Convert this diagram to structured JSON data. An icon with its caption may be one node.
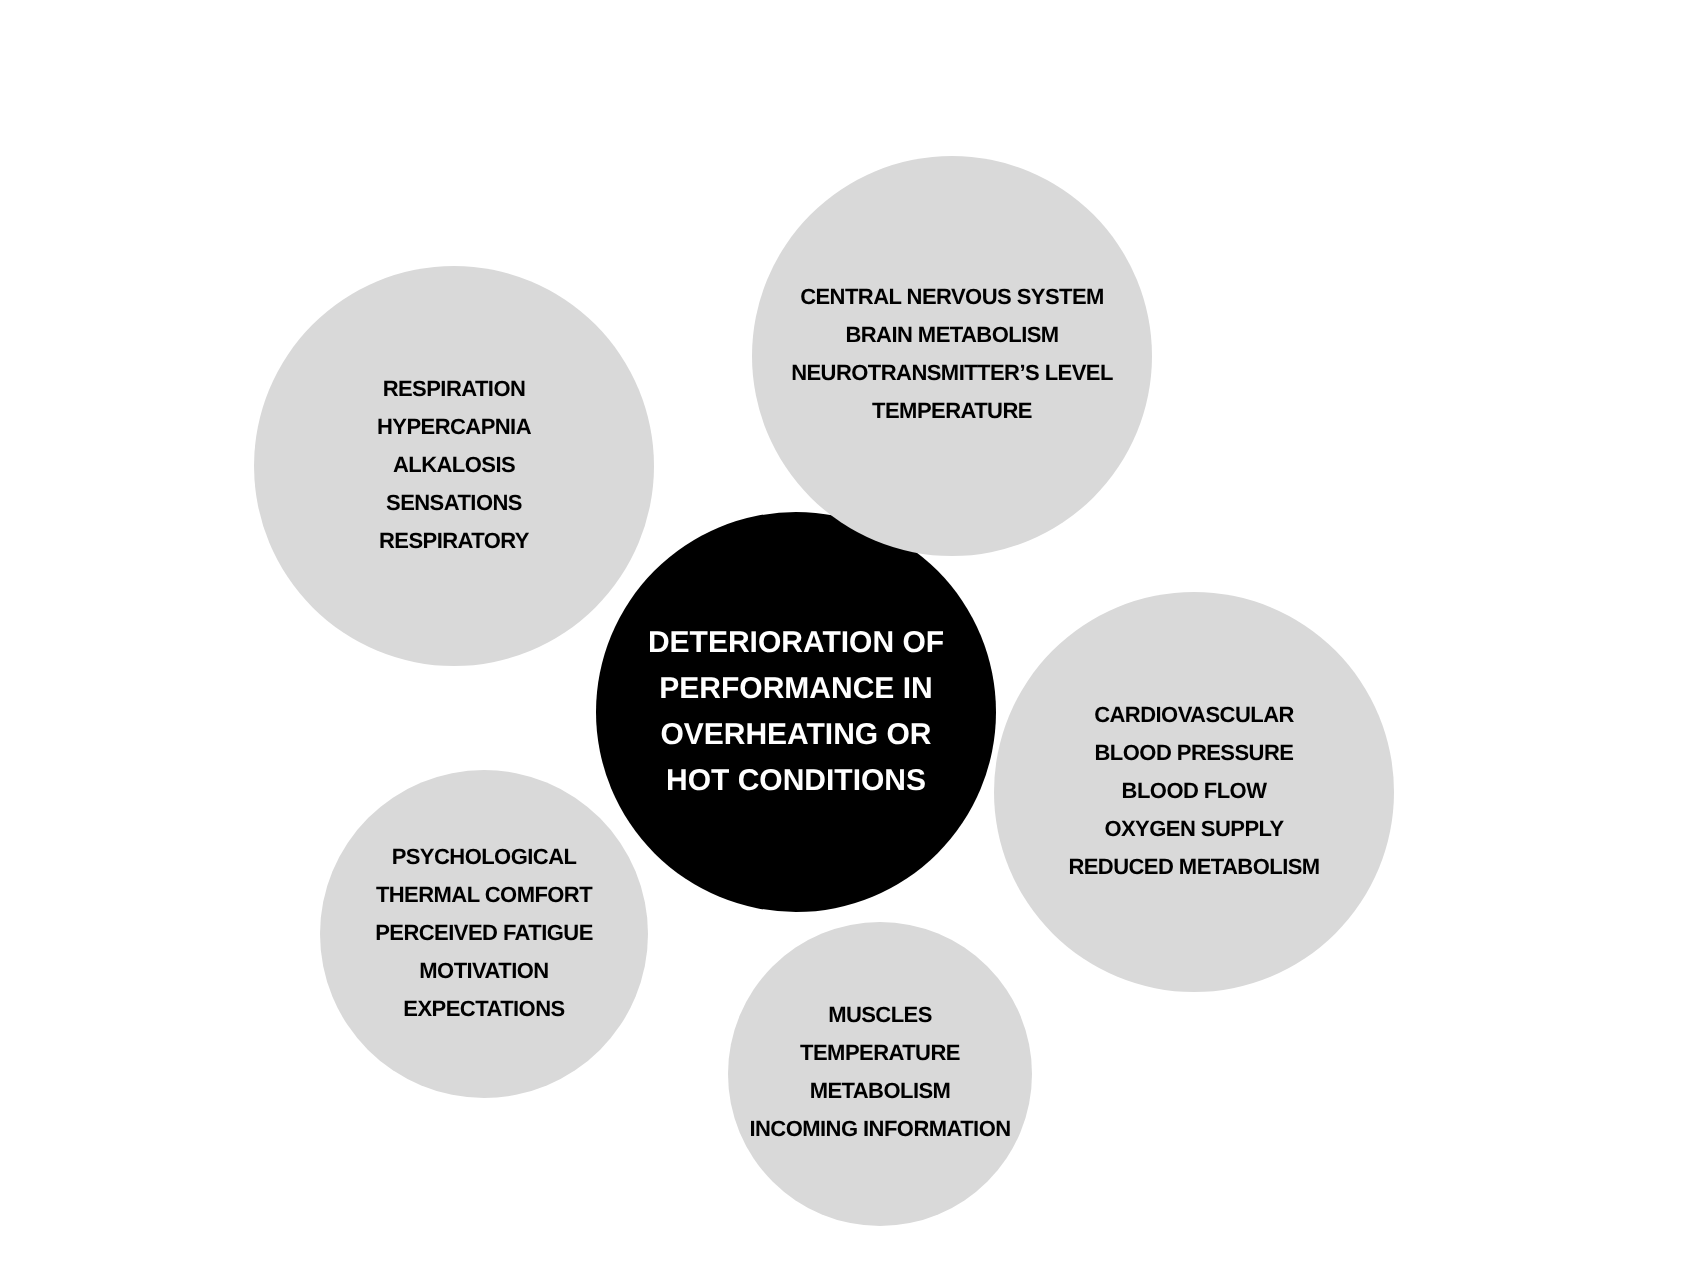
{
  "diagram": {
    "nodes": [
      {
        "text": [
          "DETERIORATION OF PERFORMANCE IN OVERHEATING OR HOT CONDITIONS"
        ]
      },
      {
        "text": [
          "CENTRAL NERVOUS SYSTEM",
          "BRAIN METABOLISM",
          "NEUROTRANSMITTER’S LEVEL",
          "TEMPERATURE"
        ]
      },
      {
        "text": [
          "RESPIRATION",
          "HYPERCAPNIA",
          "ALKALOSIS",
          "SENSATIONS",
          "RESPIRATORY"
        ]
      },
      {
        "text": [
          "CARDIOVASCULAR",
          "BLOOD PRESSURE",
          "BLOOD FLOW",
          "OXYGEN SUPPLY",
          "REDUCED METABOLISM"
        ]
      },
      {
        "text": [
          "PSYCHOLOGICAL",
          "THERMAL COMFORT",
          "PERCEIVED FATIGUE",
          "MOTIVATION",
          "EXPECTATIONS"
        ]
      },
      {
        "text": [
          "MUSCLES",
          "TEMPERATURE",
          "METABOLISM",
          "INCOMING INFORMATION"
        ]
      }
    ],
    "edges": []
  }
}
